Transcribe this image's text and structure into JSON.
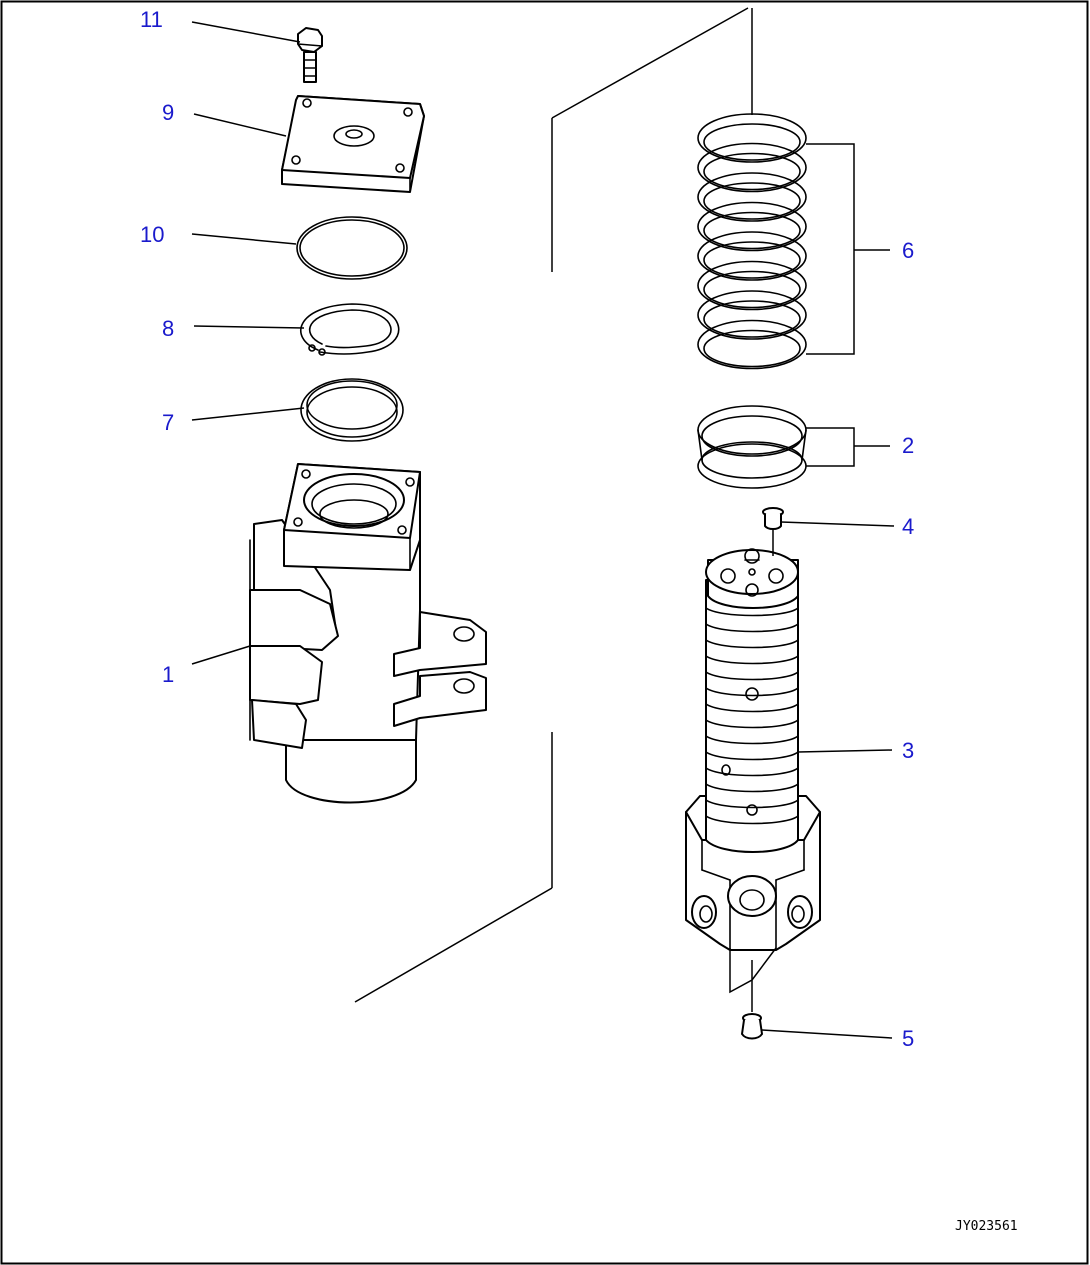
{
  "diagram": {
    "callouts": [
      {
        "id": "1",
        "label": "1"
      },
      {
        "id": "2",
        "label": "2"
      },
      {
        "id": "3",
        "label": "3"
      },
      {
        "id": "4",
        "label": "4"
      },
      {
        "id": "5",
        "label": "5"
      },
      {
        "id": "6",
        "label": "6"
      },
      {
        "id": "7",
        "label": "7"
      },
      {
        "id": "8",
        "label": "8"
      },
      {
        "id": "9",
        "label": "9"
      },
      {
        "id": "10",
        "label": "10"
      },
      {
        "id": "11",
        "label": "11"
      }
    ],
    "drawing_code": "JY023561",
    "callout_color": "#1a1acc"
  }
}
